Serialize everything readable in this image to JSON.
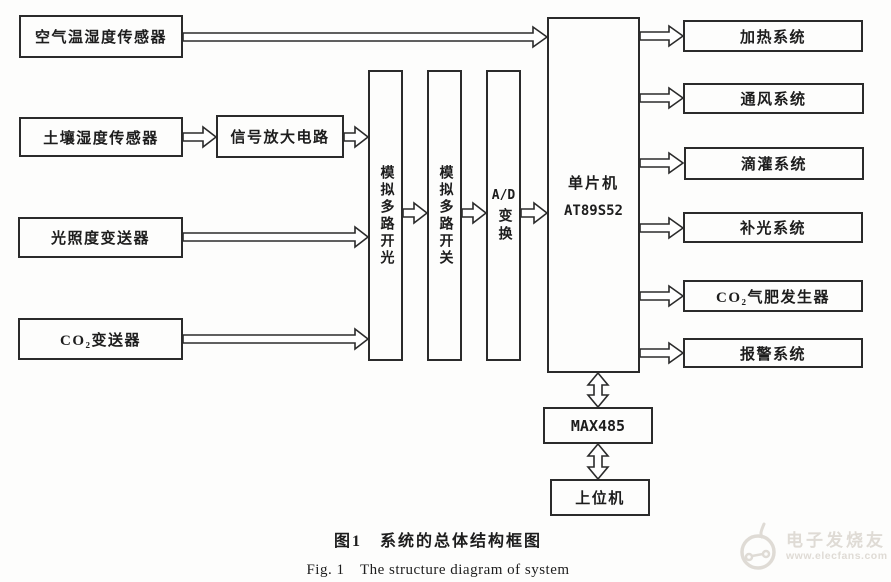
{
  "colors": {
    "line": "#2b2b2b",
    "background": "#fdfdfc",
    "watermark": "#dfdbd5"
  },
  "diagram": {
    "sensors": [
      "空气温湿度传感器",
      "土壤湿度传感器",
      "光照度变送器",
      "CO₂变送器"
    ],
    "amplifier": "信号放大电路",
    "mux1": "模拟多路开光",
    "mux2": "模拟多路开关",
    "adc": {
      "top": "A/D",
      "bottom": "变换"
    },
    "mcu": {
      "name": "单片机",
      "chip": "AT89S52"
    },
    "actuators": [
      "加热系统",
      "通风系统",
      "滴灌系统",
      "补光系统",
      "CO₂气肥发生器",
      "报警系统"
    ],
    "comm_module": "MAX485",
    "host": "上位机"
  },
  "caption": {
    "zh": "图1　系统的总体结构框图",
    "en": "Fig. 1　The structure diagram of system"
  },
  "watermark": {
    "brand": "电子发烧友",
    "site": "www.elecfans.com"
  }
}
